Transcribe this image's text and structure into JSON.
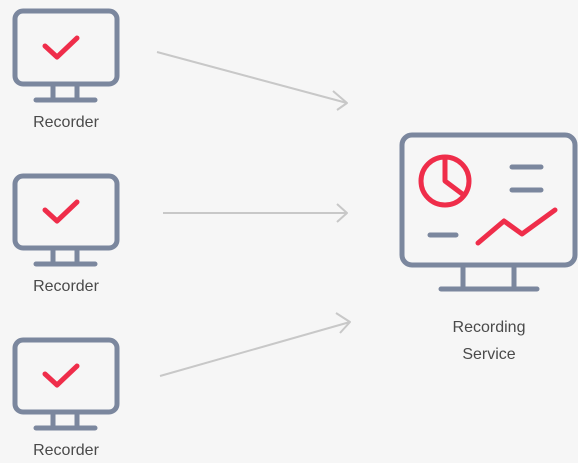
{
  "diagram": {
    "recorders": [
      {
        "label": "Recorder",
        "icon": "monitor-check-icon"
      },
      {
        "label": "Recorder",
        "icon": "monitor-check-icon"
      },
      {
        "label": "Recorder",
        "icon": "monitor-check-icon"
      }
    ],
    "service": {
      "label_line1": "Recording",
      "label_line2": "Service",
      "icon": "monitor-dashboard-icon"
    },
    "connector_count": 3
  },
  "colors": {
    "background": "#f6f6f6",
    "monitor_stroke": "#7b879e",
    "accent": "#ef2d4a",
    "arrow": "#c8c8c8",
    "label_text": "#4a4a4a"
  }
}
